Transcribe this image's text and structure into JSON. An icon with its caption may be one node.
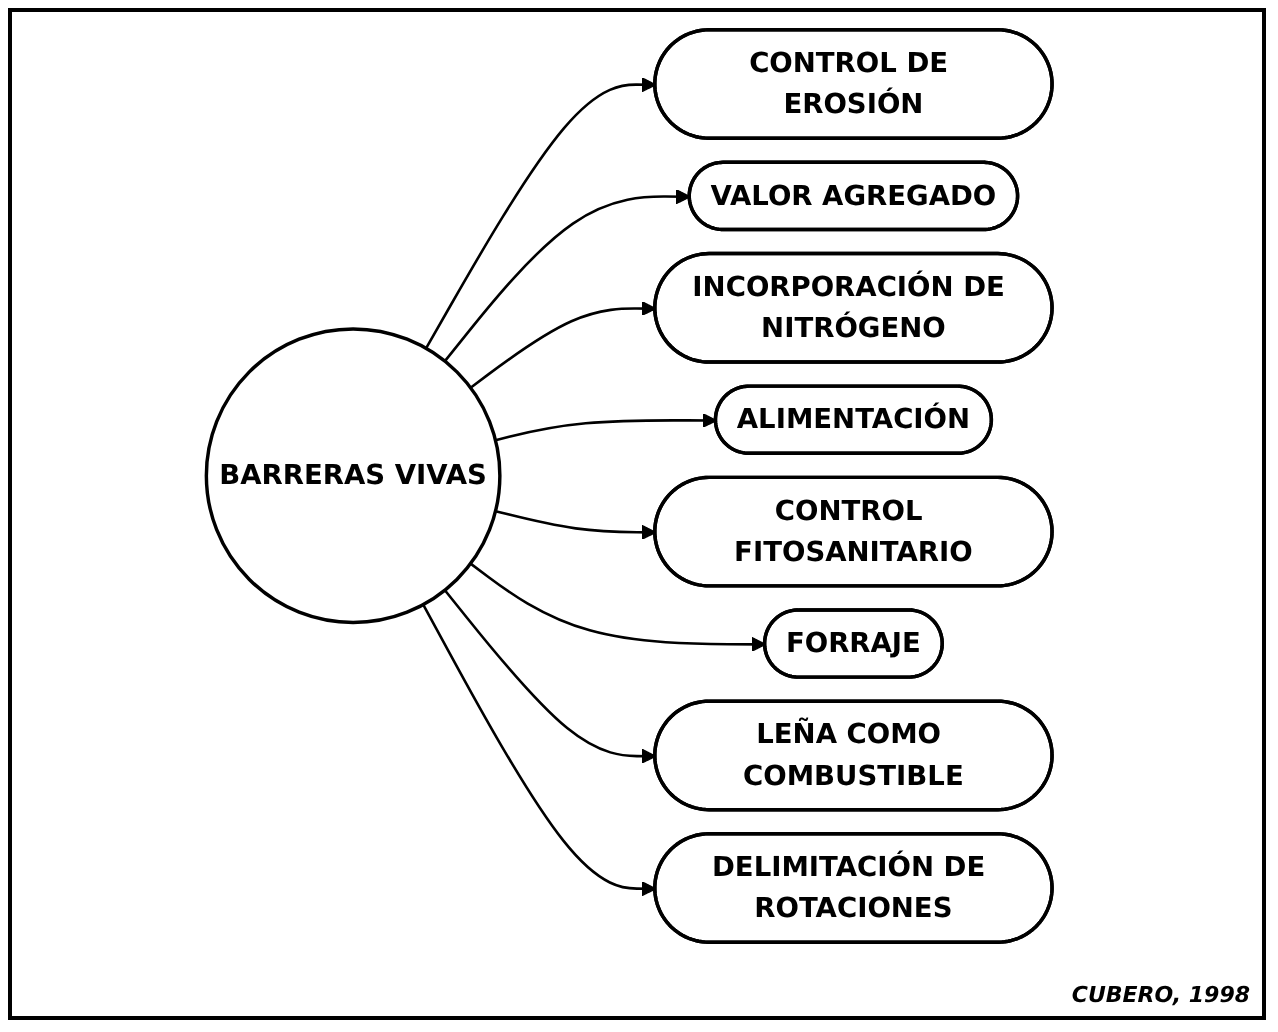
{
  "diagram": {
    "nodes": [
      {
        "text": [
          "BARRERAS VIVAS"
        ]
      },
      {
        "text": [
          "CONTROL DE EROSIÓN"
        ]
      },
      {
        "text": [
          "VALOR AGREGADO"
        ]
      },
      {
        "text": [
          "INCORPORACIÓN DE NITRÓGENO"
        ]
      },
      {
        "text": [
          "ALIMENTACIÓN"
        ]
      },
      {
        "text": [
          "CONTROL FITOSANITARIO"
        ]
      },
      {
        "text": [
          "FORRAJE"
        ]
      },
      {
        "text": [
          "LEÑA COMO COMBUSTIBLE"
        ]
      },
      {
        "text": [
          "DELIMITACIÓN DE ROTACIONES"
        ]
      }
    ],
    "edges": [
      {
        "from": 0,
        "to": 1,
        "arrow": "to"
      },
      {
        "from": 0,
        "to": 2,
        "arrow": "to"
      },
      {
        "from": 0,
        "to": 3,
        "arrow": "to"
      },
      {
        "from": 0,
        "to": 4,
        "arrow": "to"
      },
      {
        "from": 0,
        "to": 5,
        "arrow": "to"
      },
      {
        "from": 0,
        "to": 6,
        "arrow": "to"
      },
      {
        "from": 0,
        "to": 7,
        "arrow": "to"
      },
      {
        "from": 0,
        "to": 8,
        "arrow": "to"
      }
    ],
    "labels": [
      "CUBERO, 1998"
    ]
  }
}
